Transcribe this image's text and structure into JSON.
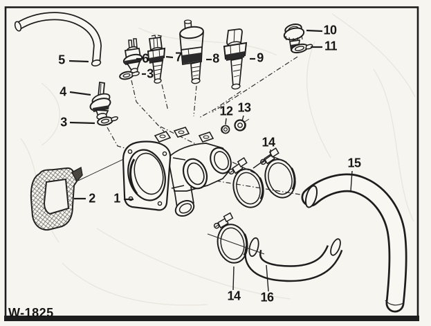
{
  "figure_code": "W-1825",
  "colors": {
    "ink": "#1d1d1d",
    "paper": "#f7f5f0"
  },
  "parts": {
    "p1": "1",
    "p2": "2",
    "p3a": "3",
    "p3b": "3",
    "p4": "4",
    "p5": "5",
    "p6": "6",
    "p7": "7",
    "p8": "8",
    "p9": "9",
    "p10": "10",
    "p11": "11",
    "p12": "12",
    "p13": "13",
    "p14a": "14",
    "p14b": "14",
    "p15": "15",
    "p16": "16"
  }
}
